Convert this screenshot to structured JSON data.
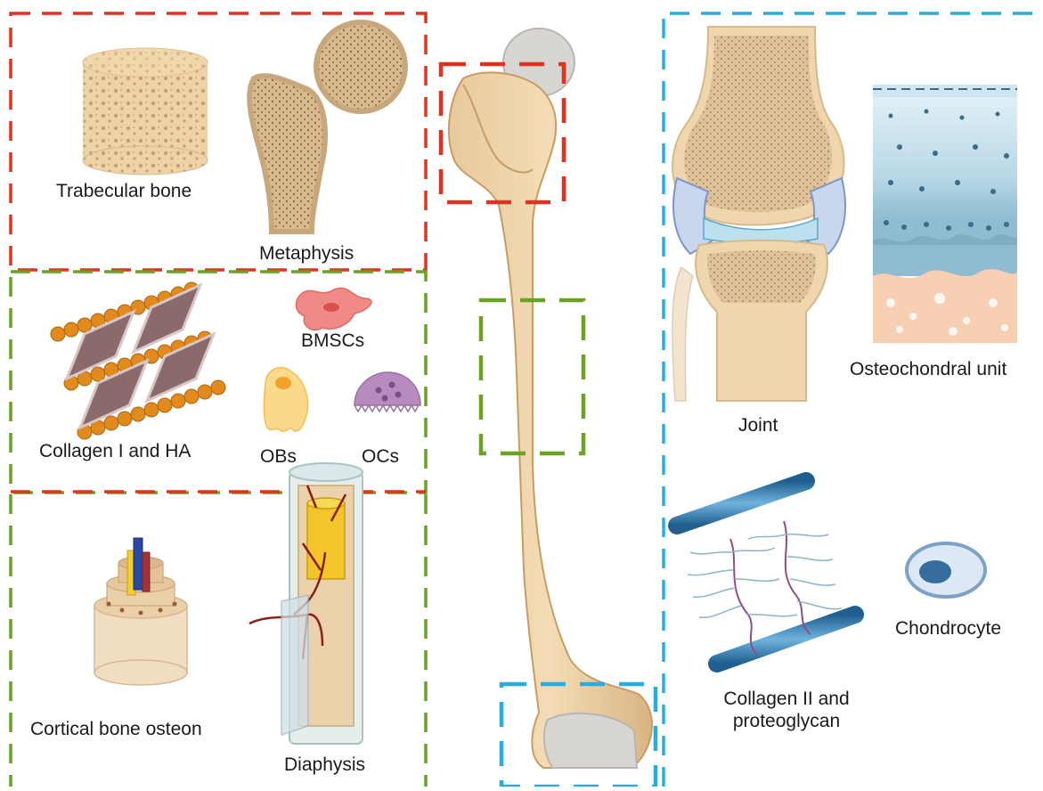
{
  "figure": {
    "colors": {
      "red_box": "#e0321e",
      "green_box": "#6aa324",
      "blue_box": "#27aee0",
      "bone": "#efd3a8",
      "bone_dark": "#c49a67",
      "cartilage": "#dcdcdc"
    },
    "labels": {
      "trabecular_bone": "Trabecular bone",
      "metaphysis": "Metaphysis",
      "bmscs": "BMSCs",
      "collagen_ha": "Collagen I and  HA",
      "obs": "OBs",
      "ocs": "OCs",
      "cortical_osteon": "Cortical bone osteon",
      "diaphysis": "Diaphysis",
      "joint": "Joint",
      "osteochondral_unit": "Osteochondral unit",
      "collagen_ii": "Collagen II and proteoglycan",
      "chondrocyte": "Chondrocyte"
    },
    "icons": [
      "trabecular-cylinder-icon",
      "metaphysis-bone-icon",
      "collagen-ha-icon",
      "bmsc-cell-icon",
      "osteoblast-cell-icon",
      "osteoclast-cell-icon",
      "osteon-icon",
      "diaphysis-icon",
      "femur-icon",
      "knee-joint-icon",
      "osteochondral-layers-icon",
      "collagen-ii-icon",
      "chondrocyte-icon"
    ]
  }
}
